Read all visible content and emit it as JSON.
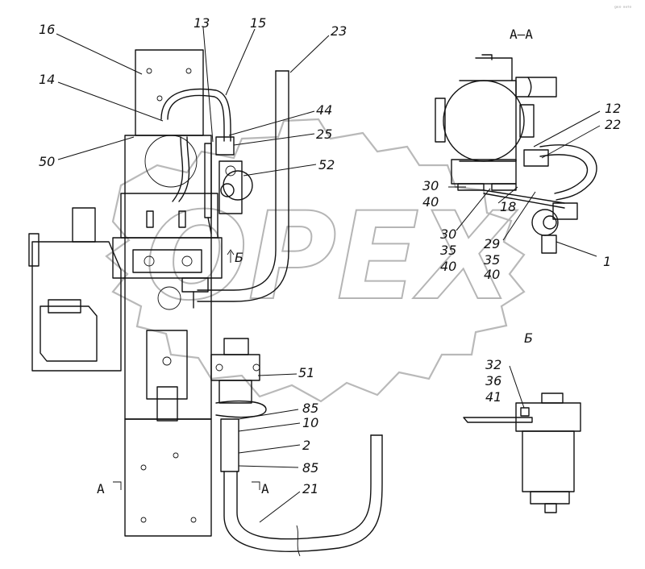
{
  "corner_mark": "ᵍᵉᵒ ᵃᵘᵗᵒ",
  "section_title": "A–A",
  "section_b": "Б",
  "cut_label_left": "A",
  "cut_label_right": "A",
  "view_arrow_label": "Б",
  "watermark": "OPEX",
  "callouts_main": [
    "16",
    "14",
    "50",
    "13",
    "15",
    "23",
    "44",
    "25",
    "52",
    "51",
    "85",
    "10",
    "2",
    "85",
    "21"
  ],
  "callouts_section": [
    "12",
    "22",
    "30",
    "40",
    "18",
    "30",
    "35",
    "40",
    "29",
    "35",
    "40",
    "1"
  ],
  "callouts_filter": [
    "32",
    "36",
    "41"
  ]
}
